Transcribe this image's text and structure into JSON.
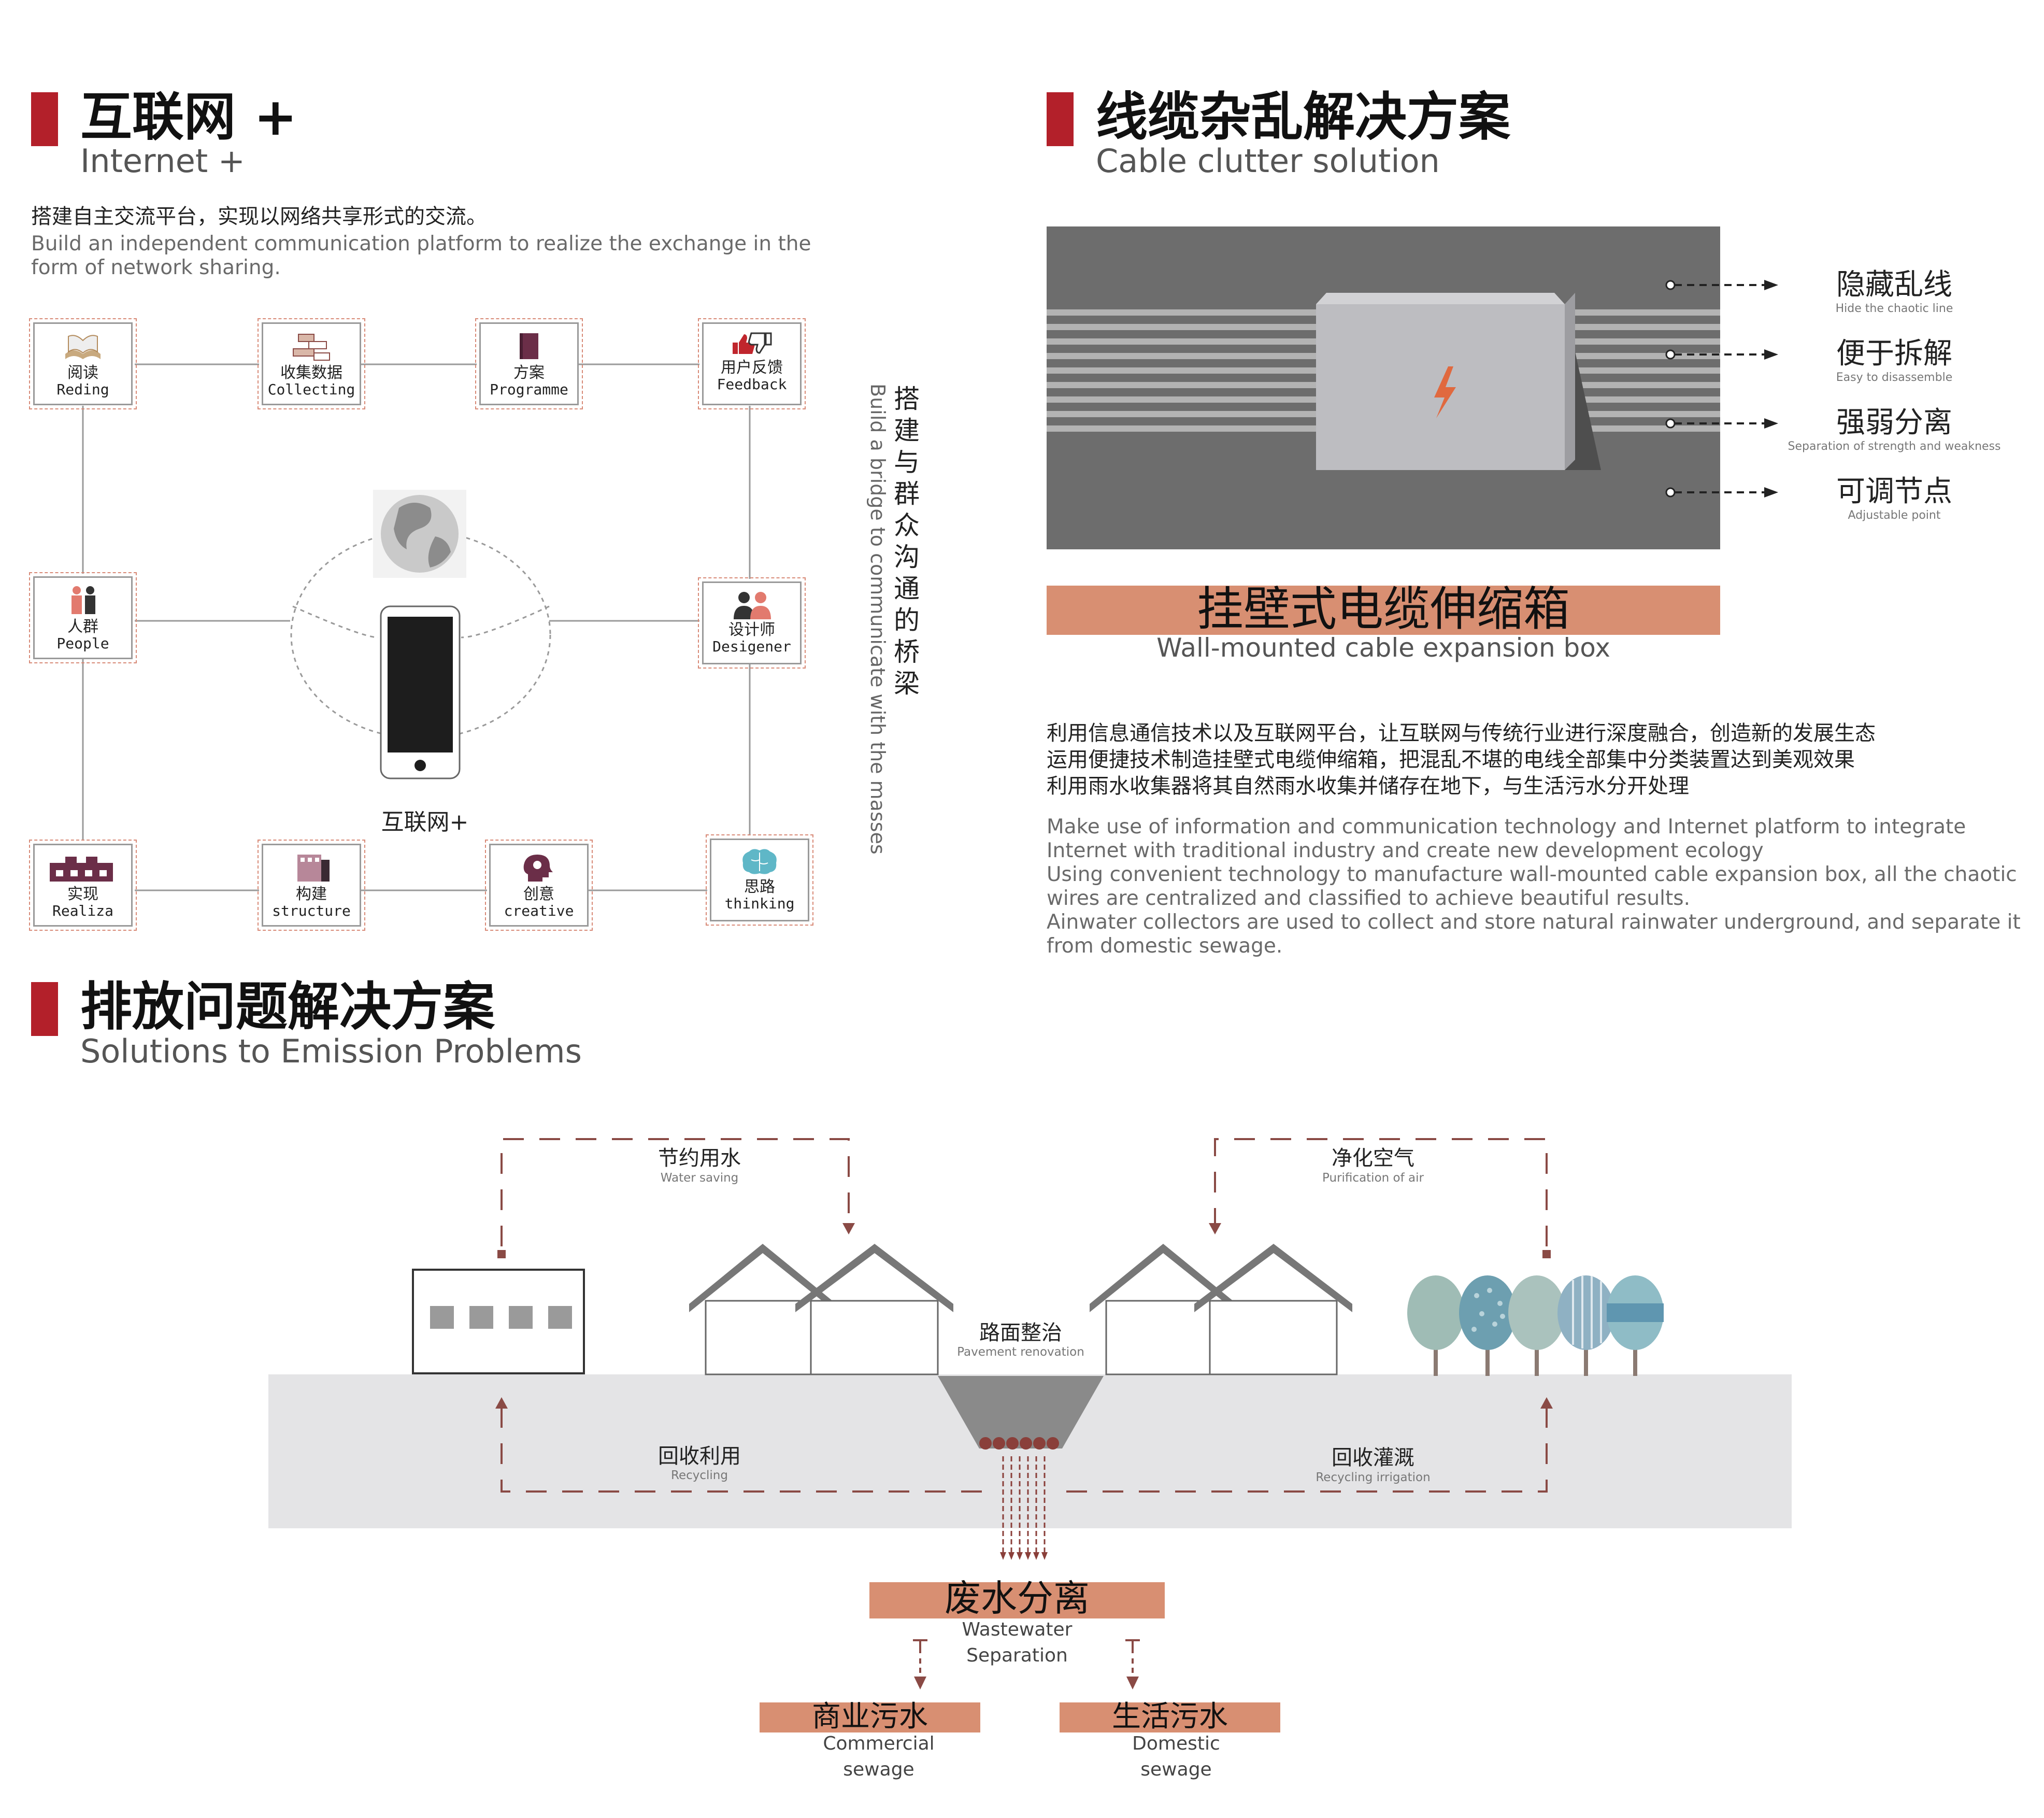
{
  "internet": {
    "title_zh": "互联网 +",
    "title_en": "Internet +",
    "desc_zh": "搭建自主交流平台，实现以网络共享形式的交流。",
    "desc_en": "Build an independent communication platform to realize the exchange in the form of network sharing.",
    "nodes": [
      {
        "zh": "阅读",
        "en": "Reding"
      },
      {
        "zh": "收集数据",
        "en": "Collecting"
      },
      {
        "zh": "方案",
        "en": "Programme"
      },
      {
        "zh": "用户反馈",
        "en": "Feedback"
      },
      {
        "zh": "人群",
        "en": "People"
      },
      {
        "zh": "设计师",
        "en": "Desigener"
      },
      {
        "zh": "实现",
        "en": "Realiza"
      },
      {
        "zh": "构建",
        "en": "structure"
      },
      {
        "zh": "创意",
        "en": "creative"
      },
      {
        "zh": "思路",
        "en": "thinking"
      }
    ],
    "center_label": "互联网+",
    "bridge_zh": "搭建与群众沟通的桥梁",
    "bridge_en": "Build a bridge to communicate with the masses"
  },
  "cable": {
    "title_zh": "线缆杂乱解决方案",
    "title_en": "Cable clutter solution",
    "features": [
      {
        "zh": "隐藏乱线",
        "en": "Hide the chaotic line"
      },
      {
        "zh": "便于拆解",
        "en": "Easy to disassemble"
      },
      {
        "zh": "强弱分离",
        "en": "Separation of strength and weakness"
      },
      {
        "zh": "可调节点",
        "en": "Adjustable point"
      }
    ],
    "box_title_zh": "挂壁式电缆伸缩箱",
    "box_title_en": "Wall-mounted cable expansion box",
    "para_zh": [
      "利用信息通信技术以及互联网平台，让互联网与传统行业进行深度融合，创造新的发展生态",
      "运用便捷技术制造挂壁式电缆伸缩箱，把混乱不堪的电线全部集中分类装置达到美观效果",
      "利用雨水收集器将其自然雨水收集并储存在地下，与生活污水分开处理"
    ],
    "para_en": [
      "Make use of information and communication technology and Internet platform to integrate Internet with traditional industry and create new development ecology",
      "Using convenient technology to manufacture wall-mounted cable expansion box, all the chaotic wires are centralized and classified to achieve beautiful results.",
      "Ainwater collectors are used to collect and store natural rainwater underground, and separate it from domestic sewage."
    ],
    "colors": {
      "panel": "#6d6d6d",
      "box": "#bdbdc1",
      "bolt": "#e0693f"
    }
  },
  "emission": {
    "title_zh": "排放问题解决方案",
    "title_en": "Solutions to Emission Problems",
    "water_saving": {
      "zh": "节约用水",
      "en": "Water saving"
    },
    "purify_air": {
      "zh": "净化空气",
      "en": "Purification of air"
    },
    "pavement": {
      "zh": "路面整治",
      "en": "Pavement renovation"
    },
    "recycling": {
      "zh": "回收利用",
      "en": "Recycling"
    },
    "irrigation": {
      "zh": "回收灌溉",
      "en": "Recycling irrigation"
    },
    "separation": {
      "zh": "废水分离",
      "en1": "Wastewater",
      "en2": "Separation"
    },
    "commercial": {
      "zh": "商业污水",
      "en1": "Commercial",
      "en2": "sewage"
    },
    "domestic": {
      "zh": "生活污水",
      "en1": "Domestic",
      "en2": "sewage"
    },
    "colors": {
      "accent": "#b3202a",
      "salmon": "#d88f72",
      "dash": "#8a4a45",
      "ground": "#e4e4e6"
    }
  }
}
